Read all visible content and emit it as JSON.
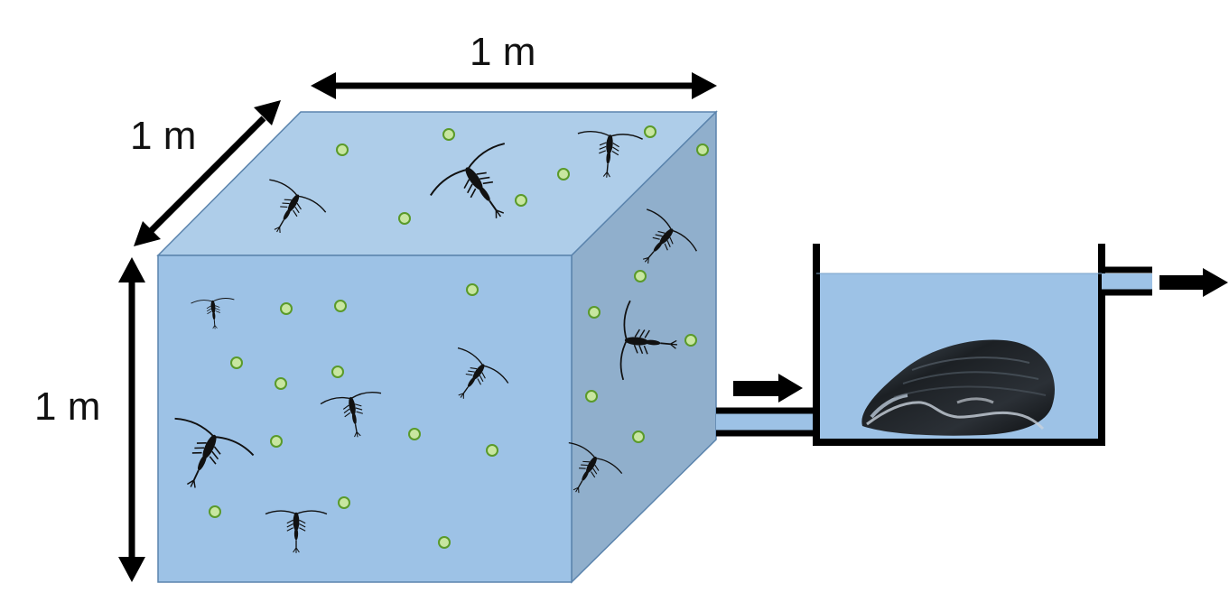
{
  "dimensions": {
    "width_label": "1 m",
    "depth_label": "1 m",
    "height_label": "1 m"
  },
  "colors": {
    "cube_front": "#9dc2e6",
    "cube_top": "#aecde9",
    "cube_side": "#90afcc",
    "cube_edge": "#5b84ad",
    "water": "#9dc2e6",
    "particle_fill": "#c8e6a0",
    "particle_stroke": "#5a9a2a",
    "line": "#000000"
  },
  "icons": {
    "zooplankton": "copepod-icon",
    "phytoplankton": "algae-particle-icon",
    "mussel": "mussel-icon"
  }
}
